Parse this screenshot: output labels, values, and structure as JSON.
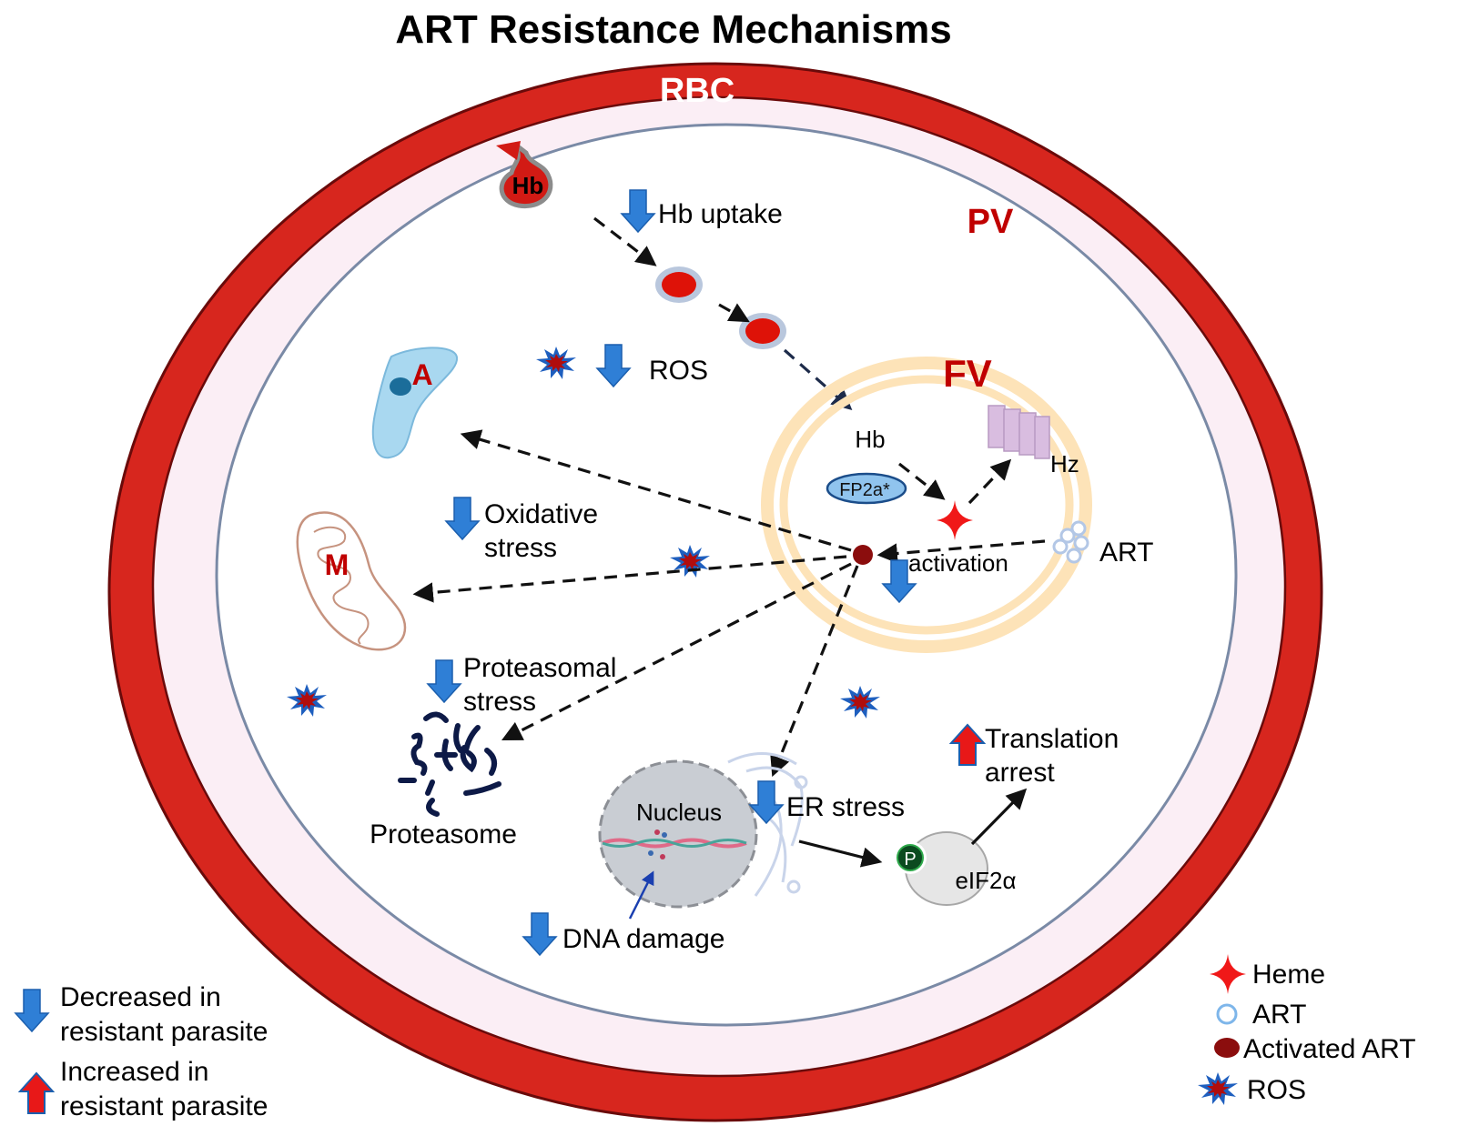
{
  "title": "ART Resistance Mechanisms",
  "regions": {
    "rbc": "RBC",
    "pv": "PV",
    "fv": "FV",
    "apicoplast": "A",
    "mitochondrion": "M"
  },
  "labels": {
    "hb_vesicle": "Hb",
    "hb_uptake": "Hb uptake",
    "ros": "ROS",
    "hb_fv": "Hb",
    "hz": "Hz",
    "fp2a": "FP2a*",
    "art": "ART",
    "activation": "activation",
    "oxidative_stress_1": "Oxidative",
    "oxidative_stress_2": "stress",
    "proteasomal_stress_1": "Proteasomal",
    "proteasomal_stress_2": "stress",
    "proteasome": "Proteasome",
    "nucleus": "Nucleus",
    "er_stress": "ER stress",
    "dna_damage": "DNA damage",
    "phospho": "P",
    "eif2a": "eIF2α",
    "translation_arrest_1": "Translation",
    "translation_arrest_2": "arrest"
  },
  "effects": {
    "hb_uptake": "decreased",
    "ros": "decreased",
    "activation": "decreased",
    "oxidative_stress": "decreased",
    "proteasomal_stress": "decreased",
    "er_stress": "decreased",
    "dna_damage": "decreased",
    "translation_arrest": "increased"
  },
  "legend_left": [
    {
      "icon": "down-arrow-icon",
      "line1": "Decreased in",
      "line2": "resistant parasite"
    },
    {
      "icon": "up-arrow-icon",
      "line1": "Increased in",
      "line2": "resistant parasite"
    }
  ],
  "legend_right": [
    {
      "icon": "heme-star-icon",
      "label": "Heme"
    },
    {
      "icon": "art-ring-icon",
      "label": "ART"
    },
    {
      "icon": "activated-art-dot-icon",
      "label": "Activated ART"
    },
    {
      "icon": "ros-burst-icon",
      "label": "ROS"
    }
  ],
  "colors": {
    "rbc_red": "#d7261e",
    "pv_pink": "#fbeef5",
    "decrease_blue": "#2f7fd6",
    "increase_red": "#e81818",
    "fv_ring": "#fcd9a0",
    "heme_red": "#f01818",
    "activated_art": "#8b0d0d"
  }
}
